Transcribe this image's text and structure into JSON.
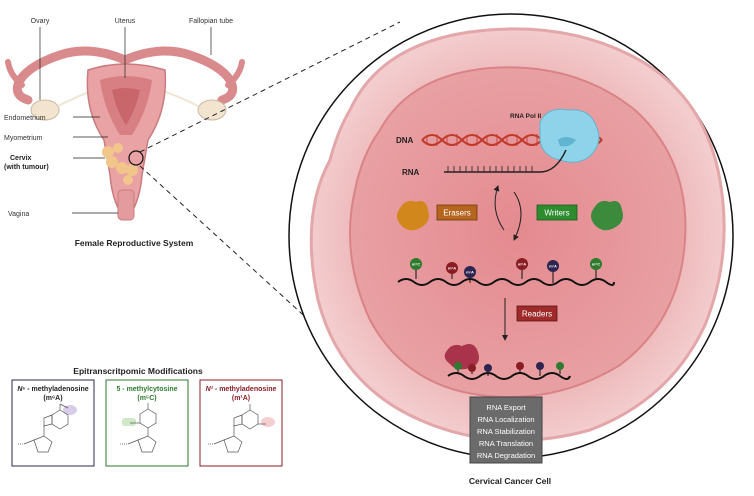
{
  "anatomy": {
    "ovary": "Ovary",
    "uterus": "Uterus",
    "fallopian_tube": "Fallopian tube",
    "endometrium": "Endometrium",
    "myometrium": "Myometrium",
    "cervix_line1": "Cervix",
    "cervix_line2": "(with tumour)",
    "vagina": "Vagina",
    "title": "Female Reproductive System"
  },
  "cell": {
    "rna_pol": "RNA Pol II",
    "dna": "DNA",
    "rna": "RNA",
    "erasers": "Erasers",
    "writers": "Writers",
    "readers": "Readers",
    "mod_labels": [
      "m⁵C",
      "m⁶A",
      "m¹A",
      "m⁶A",
      "m¹A",
      "m⁵C"
    ],
    "outcomes": [
      "RNA Export",
      "RNA Localization",
      "RNA Stabilization",
      "RNA Translation",
      "RNA Degradation"
    ],
    "title": "Cervical Cancer Cell"
  },
  "modifications": {
    "title": "Epitranscritpomic Modifications",
    "items": [
      {
        "name_prefix": "N⁶",
        "name": " - methyladenosine",
        "abbr": "(m⁶A)",
        "color": "#2d2450"
      },
      {
        "name_prefix": "",
        "name": "5 - methylcytosine",
        "abbr": "(m⁵C)",
        "color": "#2e7a2e"
      },
      {
        "name_prefix": "N¹",
        "name": " - methyladenosine",
        "abbr": "(m¹A)",
        "color": "#8a1c24"
      }
    ]
  },
  "colors": {
    "eraser": "#b5651d",
    "writer": "#2e8b2e",
    "reader": "#9e2a2a",
    "m6a": "#2d2450",
    "m5c": "#2e7a2e",
    "m1a": "#8a1c24",
    "dna": "#c0392b",
    "pol": "#8fd3ea",
    "outcome_box": "#6b6b6b"
  }
}
